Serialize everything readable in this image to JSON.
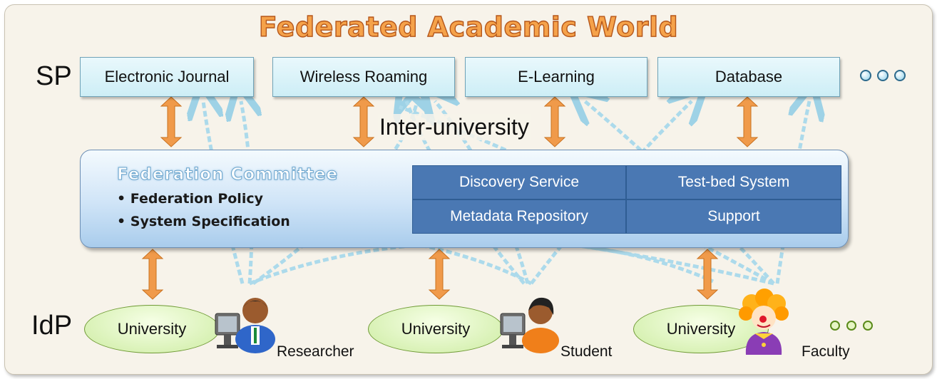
{
  "title": "Federated Academic World",
  "labels": {
    "sp": "SP",
    "idp": "IdP",
    "inter": "Inter-university"
  },
  "sp_boxes": [
    "Electronic Journal",
    "Wireless Roaming",
    "E-Learning",
    "Database"
  ],
  "committee": {
    "title": "Federation Committee",
    "items": [
      "• Federation Policy",
      "• System Specification"
    ],
    "grid": [
      "Discovery Service",
      "Test-bed System",
      "Metadata Repository",
      "Support"
    ]
  },
  "idp": {
    "universities": [
      "University",
      "University",
      "University"
    ],
    "users": [
      "Researcher",
      "Student",
      "Faculty"
    ]
  },
  "colors": {
    "arrow": "#f09a4a",
    "dashed": "#9fd6ec",
    "grid": "#4a78b3",
    "sp_box": "#d8f1f8",
    "title": "#f5a24a"
  },
  "icons": {
    "more_sp": "ellipsis-circles-icon",
    "more_idp": "ellipsis-circles-icon",
    "researcher": "researcher-at-computer-icon",
    "student": "student-at-computer-icon",
    "faculty": "clown-avatar-icon"
  }
}
